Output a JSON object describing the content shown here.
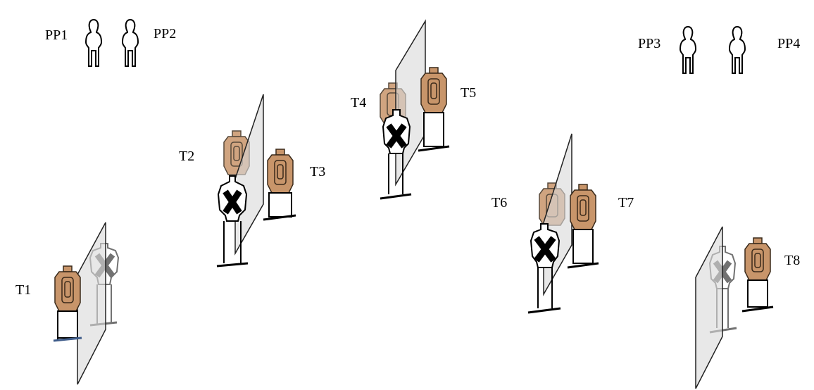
{
  "colors": {
    "target_fill": "#C8956A",
    "target_stroke": "#3a2a1a",
    "frame": "#111111",
    "panel_fill": "#d9d9d9",
    "panel_stroke": "#222222",
    "noshoot_fill": "#ffffff",
    "x_mark": "#000000",
    "base_line": "#3f5c8a"
  },
  "shooting_positions": [
    {
      "id": "pp1",
      "label": "PP1"
    },
    {
      "id": "pp2",
      "label": "PP2"
    },
    {
      "id": "pp3",
      "label": "PP3"
    },
    {
      "id": "pp4",
      "label": "PP4"
    }
  ],
  "targets": [
    {
      "id": "t1",
      "label": "T1"
    },
    {
      "id": "t2",
      "label": "T2"
    },
    {
      "id": "t3",
      "label": "T3"
    },
    {
      "id": "t4",
      "label": "T4"
    },
    {
      "id": "t5",
      "label": "T5"
    },
    {
      "id": "t6",
      "label": "T6"
    },
    {
      "id": "t7",
      "label": "T7"
    },
    {
      "id": "t8",
      "label": "T8"
    }
  ]
}
